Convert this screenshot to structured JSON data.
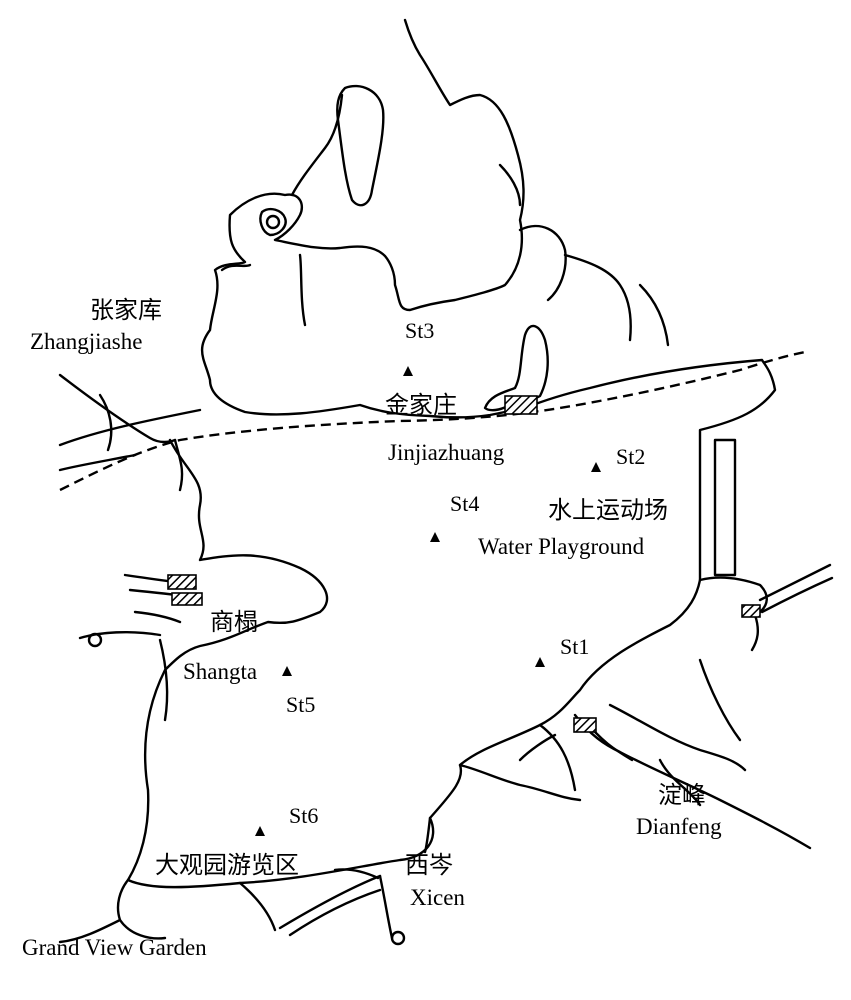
{
  "map": {
    "colors": {
      "line": "#000000",
      "background": "#ffffff"
    },
    "places": {
      "zhangjiashe": {
        "zh": "张家库",
        "en": "Zhangjiashe"
      },
      "jinjiazhuang": {
        "zh": "金家庄",
        "en": "Jinjiazhuang"
      },
      "water_playground": {
        "zh": "水上运动场",
        "en": "Water Playground"
      },
      "shangta": {
        "zh": "商榻",
        "en": "Shangta"
      },
      "dianfeng": {
        "zh": "淀峰",
        "en": "Dianfeng"
      },
      "xicen": {
        "zh": "西岑",
        "en": "Xicen"
      },
      "grand_view_garden": {
        "zh": "大观园游览区",
        "en": "Grand View Garden"
      }
    },
    "stations": [
      {
        "id": "St1",
        "label": "St1"
      },
      {
        "id": "St2",
        "label": "St2"
      },
      {
        "id": "St3",
        "label": "St3"
      },
      {
        "id": "St4",
        "label": "St4"
      },
      {
        "id": "St5",
        "label": "St5"
      },
      {
        "id": "St6",
        "label": "St6"
      }
    ],
    "symbols": {
      "station_marker": "triangle-marker",
      "settlement_marker": "hatched-settlement-icon",
      "boundary": "dashed-boundary-line"
    }
  }
}
